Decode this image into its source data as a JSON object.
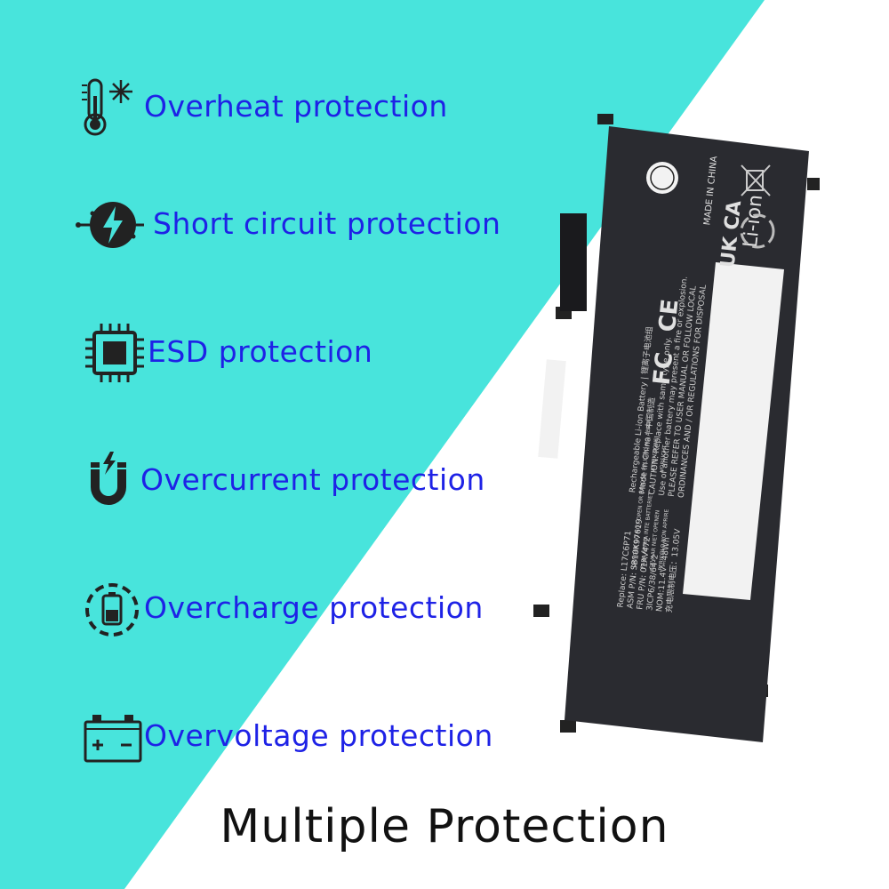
{
  "features": [
    {
      "label": "Overheat protection",
      "icon": "thermometer-snowflake-icon"
    },
    {
      "label": "Short circuit protection",
      "icon": "lightning-circuit-icon"
    },
    {
      "label": "ESD protection",
      "icon": "chip-icon"
    },
    {
      "label": "Overcurrent protection",
      "icon": "magnet-lightning-icon"
    },
    {
      "label": "Overcharge protection",
      "icon": "battery-charging-icon"
    },
    {
      "label": "Overvoltage protection",
      "icon": "car-battery-icon"
    }
  ],
  "title": "Multiple Protection",
  "battery": {
    "made_in": "MADE IN CHINA",
    "chemistry": "Li-ion",
    "ukca": "UK CA",
    "replace": "Replace: L17C6P71",
    "asm": "ASM P/N: SB10K97619",
    "fru": "FRU P/N: 01AV472",
    "cells": "3ICP6/38/64-2",
    "nom": "NOM:11.4V⎓48Wh",
    "charge_limit": "充电限制电压：13.05V",
    "warn1": "Rechargeable Li-ion Battery | 锂离子电池组",
    "warn2": "Made in China | 中国制造",
    "warn3": "CAUTION: Replace with same type only.",
    "warn4": "Use of another battery may present a fire or explosion.",
    "warn5": "PLEASE REFER TO USER MANUAL OR FOLLOW LOCAL",
    "warn6": "ORDINANCES AND / OR REGULATIONS FOR DISPOSAL",
    "danger": "DANGER  DO NOT OPEN OR EXPOSE",
    "fare": "FARA  ÅPPNA INTE BATTERIET",
    "gevaar": "GEVAAR  NIET OPENEN",
    "pericolo": "PERICOLO  NON APRIRE",
    "peligro": "PELIGRO  NO ABRIR",
    "attention": "ATTENZIONE",
    "vorsicht": "VORSICHT",
    "fc": "FC",
    "ce": "CE"
  },
  "colors": {
    "background": "#48e4dc",
    "label": "#1e22e6",
    "battery_body": "#2a2b30"
  }
}
